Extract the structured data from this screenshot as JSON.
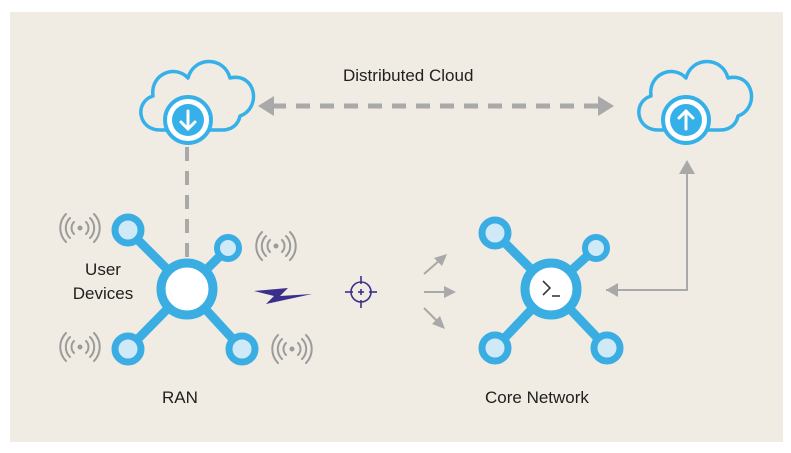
{
  "labels": {
    "distributed_cloud": "Distributed Cloud",
    "user_devices_line1": "User",
    "user_devices_line2": "Devices",
    "ran": "RAN",
    "core_network": "Core Network"
  },
  "icons": {
    "left_cloud": "cloud-download-icon",
    "right_cloud": "cloud-upload-icon",
    "ran_node": "network-hub-icon",
    "core_node": "network-hub-terminal-icon",
    "wireless": "wireless-signal-icon",
    "lightning": "lightning-bolt-icon",
    "crosshair": "crosshair-target-icon",
    "arrows": "fan-out-arrows-icon"
  },
  "colors": {
    "background": "#f0ebe3",
    "node_blue": "#3aaee3",
    "node_fill": "#cfe9f7",
    "cloud_blue": "#36b0e8",
    "connector_gray": "#a9a9a9",
    "bolt_purple": "#3b2f8c",
    "text": "#1f1f1f"
  }
}
